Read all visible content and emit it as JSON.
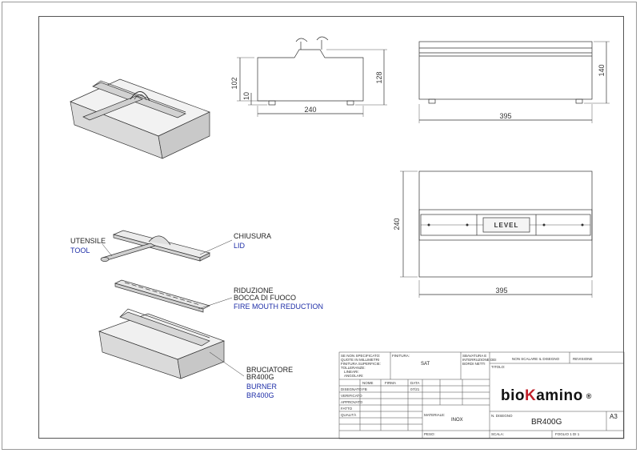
{
  "callouts": {
    "utensile": "UTENSILE",
    "tool": "TOOL",
    "chiusura": "CHIUSURA",
    "lid": "LID",
    "riduzione_1": "RIDUZIONE",
    "riduzione_2": "BOCCA DI FUOCO",
    "fire_mouth": "FIRE MOUTH REDUCTION",
    "bruciatore": "BRUCIATORE",
    "br400g_it": "BR400G",
    "burner": "BURNER",
    "br400g_en": "BR400G"
  },
  "dimensions": {
    "front_h_total": "102",
    "front_h_feet": "10",
    "front_h_top": "128",
    "front_w": "240",
    "side_h": "140",
    "side_w": "395",
    "top_h": "240",
    "top_w": "395"
  },
  "top_view_plate": "LEVEL",
  "title_block": {
    "general_notes": [
      "SE NON SPECIFICATO:",
      "QUOTE IN MILLIMETRI",
      "FINITURA SUPERFICIE:",
      "TOLLERANZE:",
      "LINEARI:",
      "ANGOLARI:"
    ],
    "finish_label": "FINITURA:",
    "finish_value": "SAT",
    "deburr": [
      "SBAVATURA E",
      "INTERRUZIONE DEI",
      "BORDI NETTI"
    ],
    "no_scale": "NON SCALARE IL DISEGNO",
    "revision": "REVISIONE",
    "col_name": "NOME",
    "col_sign": "FIRMA",
    "col_date": "DATA",
    "rows": [
      "DISEGNATO",
      "VERIFICATO",
      "APPROVATO",
      "FATTO",
      "QUALITÀ"
    ],
    "drawn_by": "FB",
    "drawn_date": "07/21",
    "title_label": "TITOLO:",
    "brand_pre": "bio",
    "brand_k": "K",
    "brand_post": "amino",
    "brand_reg": "®",
    "material_label": "MATERIALE:",
    "material_value": "INOX",
    "drawing_no_label": "N. DISEGNO",
    "drawing_no": "BR400G",
    "size": "A3",
    "weight_label": "PESO:",
    "scale_label": "SCALA:",
    "sheet_label": "FOGLIO 1 DI 1"
  }
}
